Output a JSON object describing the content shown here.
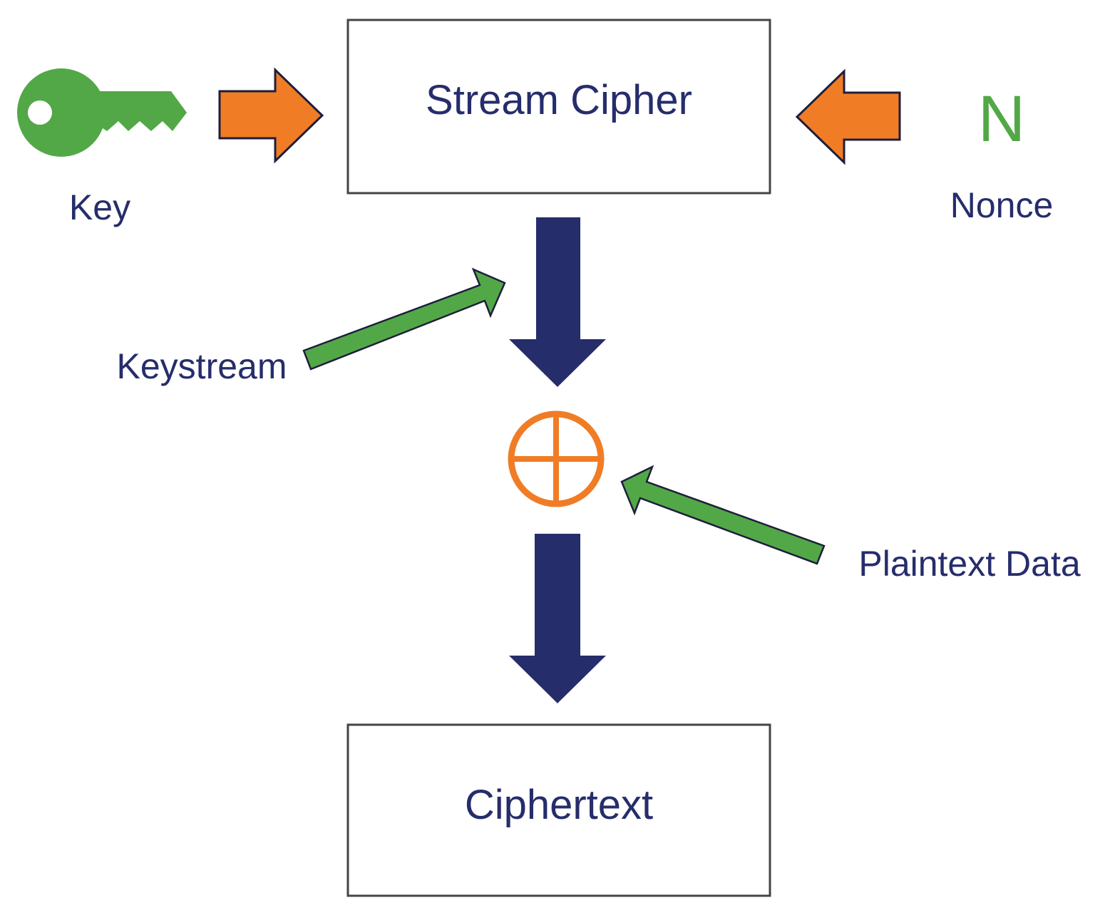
{
  "diagram": {
    "boxes": {
      "stream_cipher": "Stream Cipher",
      "ciphertext": "Ciphertext"
    },
    "inputs": {
      "key_label": "Key",
      "nonce_symbol": "N",
      "nonce_label": "Nonce"
    },
    "flows": {
      "keystream_label": "Keystream",
      "plaintext_label": "Plaintext Data"
    },
    "operator": {
      "name": "xor-icon"
    },
    "icons": {
      "key": "key-icon",
      "arrows": [
        "orange-arrow-right",
        "orange-arrow-left",
        "navy-arrow-down",
        "green-arrow-diagonal"
      ]
    },
    "colors": {
      "navy": "#262d6b",
      "orange": "#f07d26",
      "green": "#52a846",
      "box_border": "#444444",
      "outline": "#1e1e3c"
    }
  }
}
